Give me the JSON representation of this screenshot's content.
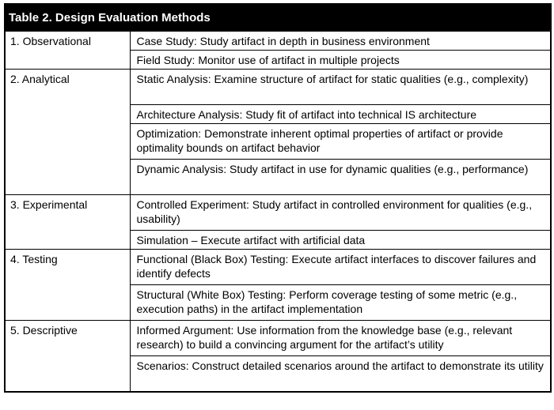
{
  "title": "Table 2.  Design Evaluation Methods",
  "categories": [
    {
      "label": "1. Observational",
      "methods": [
        {
          "text": "Case Study:  Study artifact in depth in business environment"
        },
        {
          "text": "Field Study:  Monitor use of artifact in multiple projects"
        }
      ]
    },
    {
      "label": "2. Analytical",
      "methods": [
        {
          "text": "Static Analysis:  Examine structure of artifact for static qualities (e.g., complexity)"
        },
        {
          "text": "Architecture Analysis:  Study fit of artifact into technical IS architecture"
        },
        {
          "text": "Optimization:  Demonstrate inherent optimal properties of artifact or provide optimality bounds on artifact behavior"
        },
        {
          "text": "Dynamic Analysis:  Study artifact in use for dynamic qualities (e.g., performance)"
        }
      ]
    },
    {
      "label": "3. Experimental",
      "methods": [
        {
          "text": "Controlled Experiment:  Study artifact in controlled environment for qualities (e.g., usability)"
        },
        {
          "text": "Simulation – Execute artifact with artificial data"
        }
      ]
    },
    {
      "label": "4. Testing",
      "methods": [
        {
          "text": "Functional (Black Box) Testing:  Execute artifact interfaces to discover failures and identify defects"
        },
        {
          "text": "Structural (White Box) Testing:  Perform coverage testing of some metric (e.g., execution paths) in the artifact implementation"
        }
      ]
    },
    {
      "label": "5. Descriptive",
      "methods": [
        {
          "text": "Informed Argument:  Use information from the knowledge base (e.g., relevant research) to build a convincing argument for the artifact’s utility"
        },
        {
          "text": "Scenarios:  Construct detailed scenarios around the artifact to demonstrate its utility"
        }
      ]
    }
  ]
}
